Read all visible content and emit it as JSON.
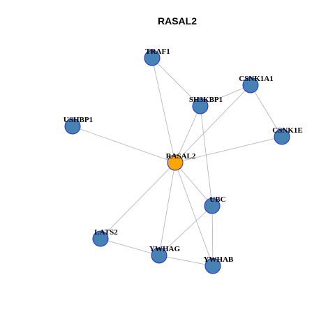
{
  "title": "RASAL2",
  "colors": {
    "center_node": "#ffa500",
    "node": "#4682b4",
    "node_border": "#1f2fd1",
    "edge": "#b0b0b0"
  },
  "nodes": [
    {
      "id": "RASAL2",
      "label": "RASAL2",
      "role": "center"
    },
    {
      "id": "TRAF1",
      "label": "TRAF1",
      "role": "neighbor"
    },
    {
      "id": "CSNK1A1",
      "label": "CSNK1A1",
      "role": "neighbor"
    },
    {
      "id": "SH3KBP1",
      "label": "SH3KBP1",
      "role": "neighbor"
    },
    {
      "id": "USHBP1",
      "label": "USHBP1",
      "role": "neighbor"
    },
    {
      "id": "CSNK1E",
      "label": "CSNK1E",
      "role": "neighbor"
    },
    {
      "id": "UBC",
      "label": "UBC",
      "role": "neighbor"
    },
    {
      "id": "LATS2",
      "label": "LATS2",
      "role": "neighbor"
    },
    {
      "id": "YWHAG",
      "label": "YWHAG",
      "role": "neighbor"
    },
    {
      "id": "YWHAB",
      "label": "YWHAB",
      "role": "neighbor"
    }
  ],
  "edges": [
    [
      "RASAL2",
      "TRAF1"
    ],
    [
      "RASAL2",
      "SH3KBP1"
    ],
    [
      "RASAL2",
      "CSNK1A1"
    ],
    [
      "RASAL2",
      "USHBP1"
    ],
    [
      "RASAL2",
      "CSNK1E"
    ],
    [
      "RASAL2",
      "UBC"
    ],
    [
      "RASAL2",
      "LATS2"
    ],
    [
      "RASAL2",
      "YWHAG"
    ],
    [
      "RASAL2",
      "YWHAB"
    ],
    [
      "TRAF1",
      "SH3KBP1"
    ],
    [
      "SH3KBP1",
      "CSNK1A1"
    ],
    [
      "CSNK1A1",
      "CSNK1E"
    ],
    [
      "SH3KBP1",
      "UBC"
    ],
    [
      "UBC",
      "YWHAG"
    ],
    [
      "UBC",
      "YWHAB"
    ],
    [
      "LATS2",
      "YWHAG"
    ],
    [
      "YWHAG",
      "YWHAB"
    ]
  ]
}
